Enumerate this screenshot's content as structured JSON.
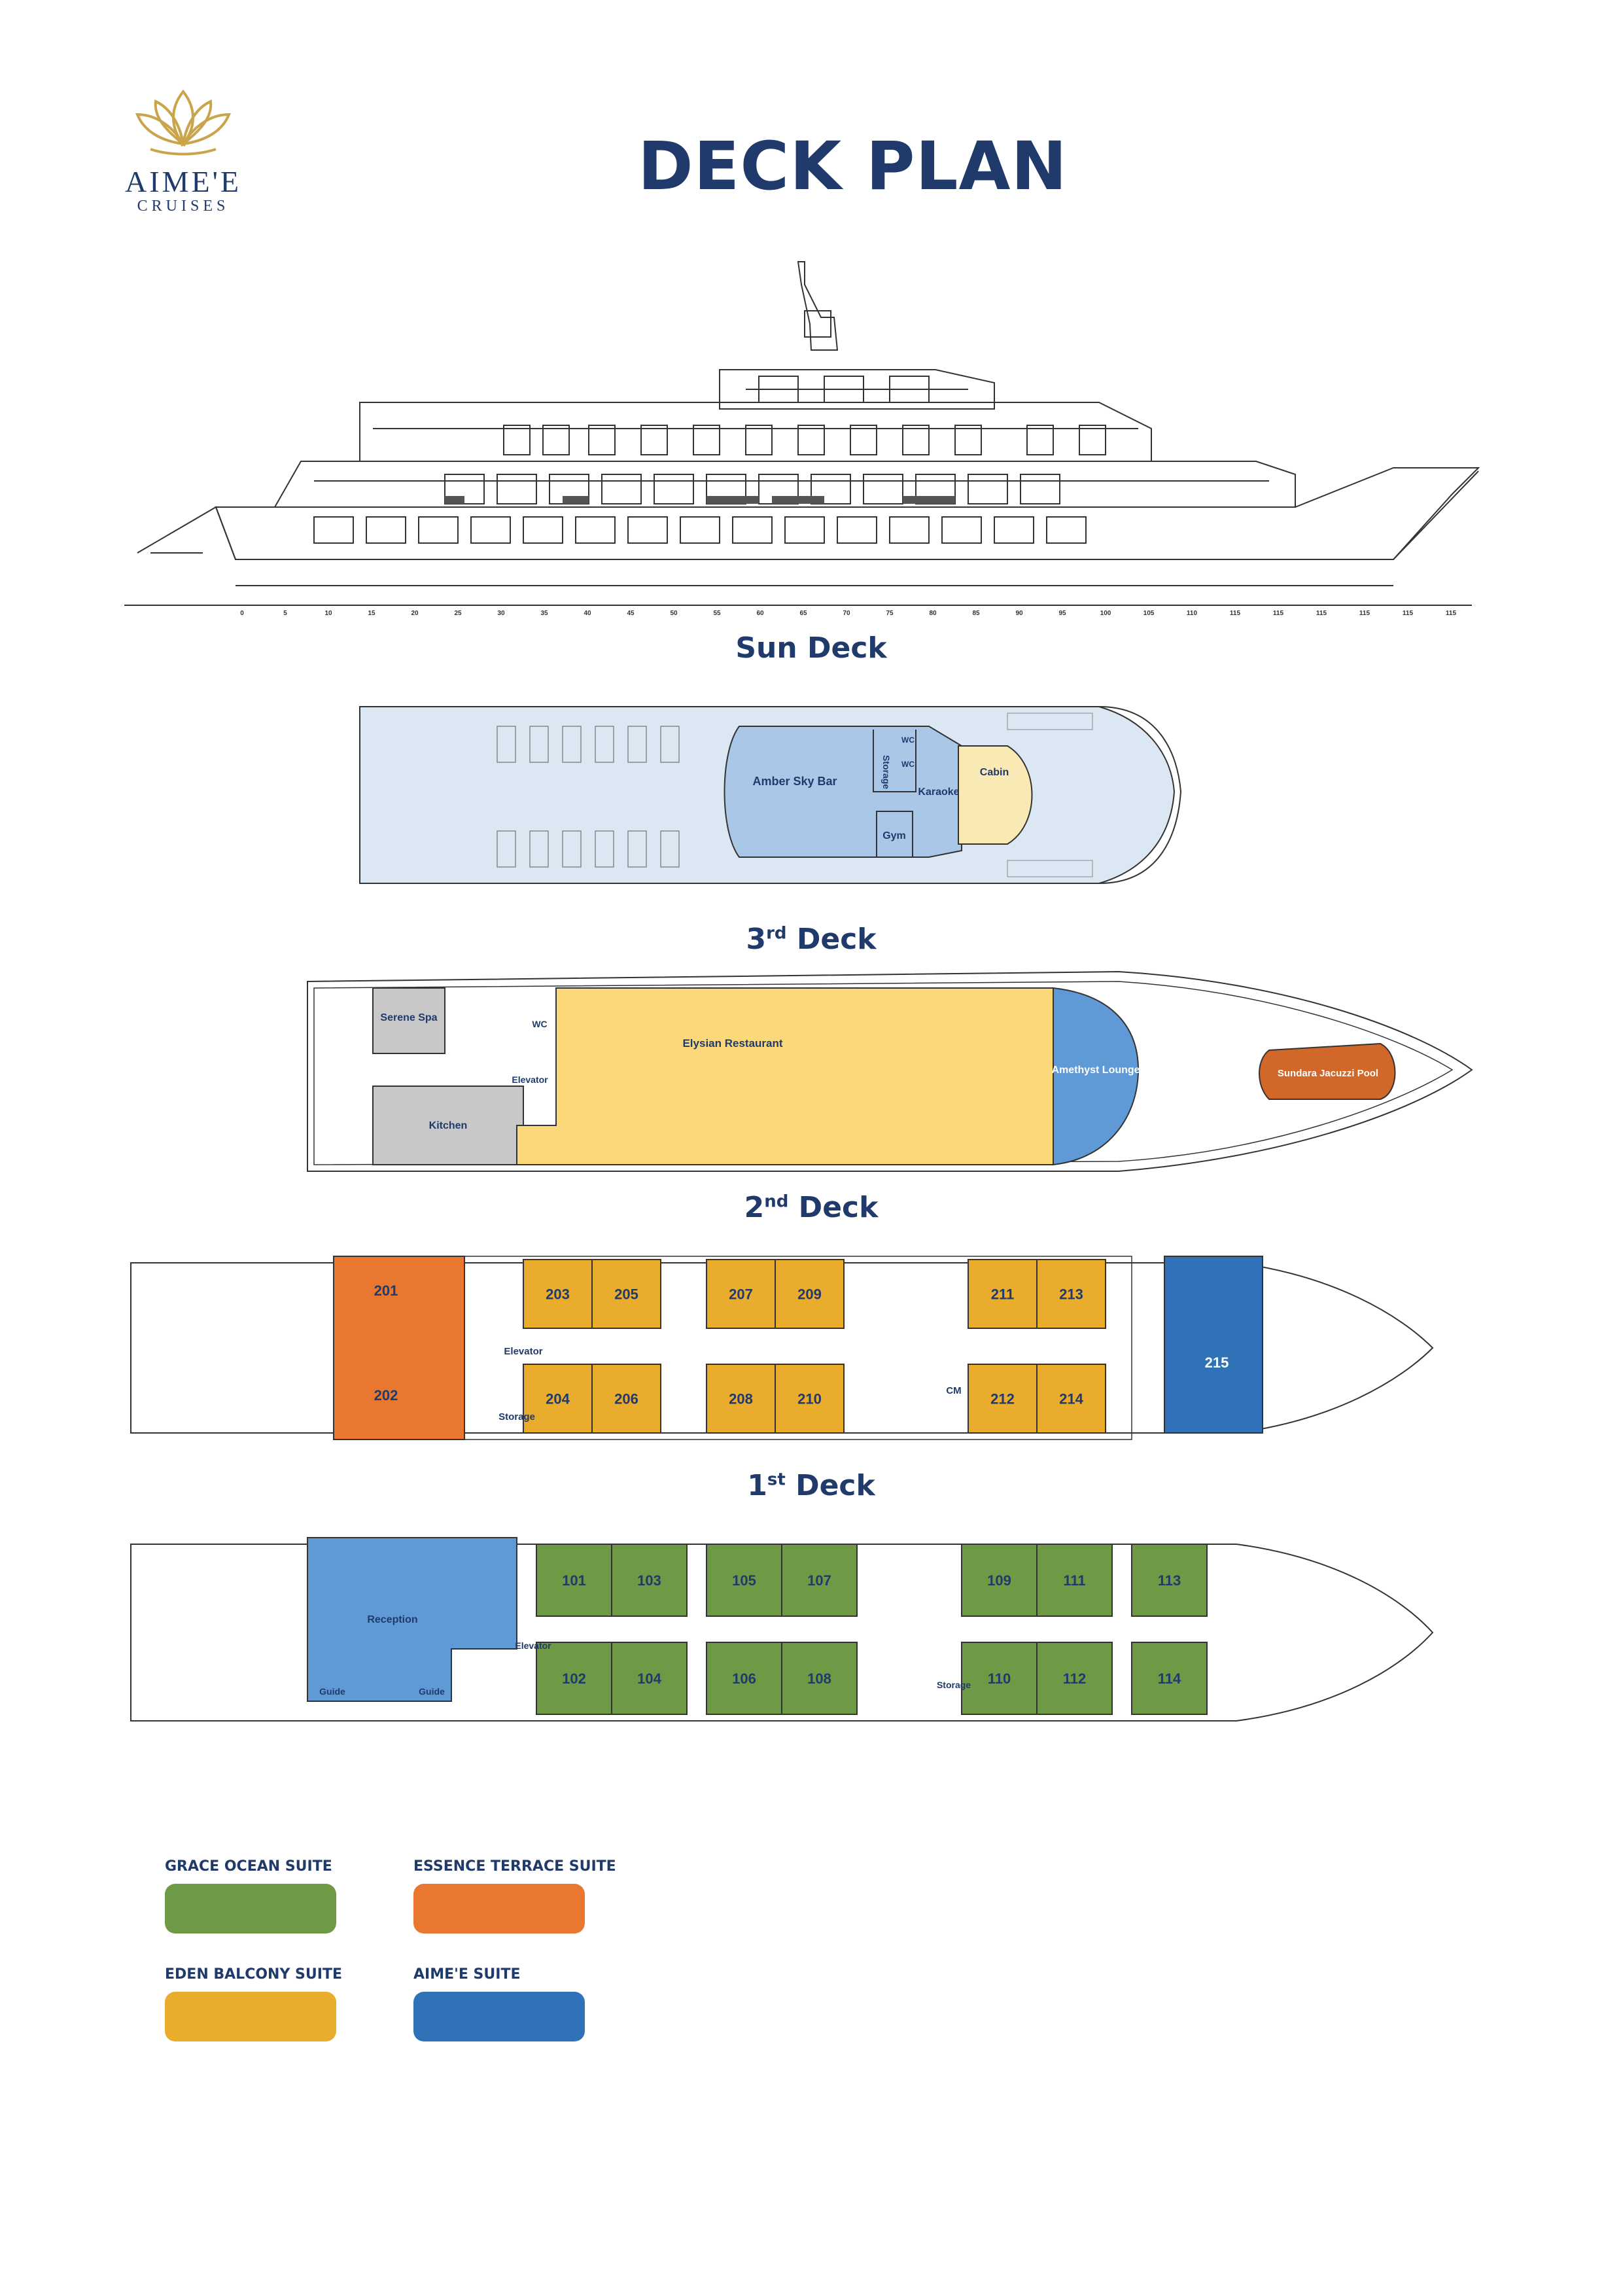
{
  "brand": {
    "name": "AIME'E",
    "sub": "CRUISES",
    "gold": "#c9a44a"
  },
  "title": "DECK PLAN",
  "colors": {
    "navy": "#1f3a6b",
    "grace": "#6e9a45",
    "essence": "#e8782f",
    "eden": "#e9ac2c",
    "aimee": "#2f72b8",
    "yellow_area": "#fbd97a",
    "light_blue": "#a9c8e8",
    "pale_blue": "#dbe8f4",
    "grey": "#c8c8c8",
    "cream": "#f8e9b5"
  },
  "decks": {
    "sun": {
      "title": "Sun Deck",
      "rooms": [
        "Amber Sky Bar",
        "Storage",
        "WC",
        "WC",
        "Karaoke",
        "Cabin",
        "Gym"
      ]
    },
    "third": {
      "title_main": "3",
      "title_sup": "rd",
      "title_rest": " Deck",
      "rooms": [
        "Serene Spa",
        "WC",
        "Elysian Restaurant",
        "Amethyst Lounge",
        "Sundara Jacuzzi Pool",
        "Elevator",
        "Kitchen"
      ]
    },
    "second": {
      "title_main": "2",
      "title_sup": "nd",
      "title_rest": " Deck",
      "cabins_top": [
        "203",
        "205",
        "207",
        "209",
        "211",
        "213"
      ],
      "cabins_bottom": [
        "204",
        "206",
        "208",
        "210",
        "212",
        "214"
      ],
      "orange": [
        "201",
        "202"
      ],
      "blue": "215",
      "labels": [
        "Elevator",
        "Storage",
        "CM"
      ]
    },
    "first": {
      "title_main": "1",
      "title_sup": "st",
      "title_rest": " Deck",
      "cabins_top": [
        "101",
        "103",
        "105",
        "107",
        "109",
        "111",
        "113"
      ],
      "cabins_bottom": [
        "102",
        "104",
        "106",
        "108",
        "110",
        "112",
        "114"
      ],
      "labels": [
        "Reception",
        "Elevator",
        "Guide",
        "Guide",
        "Storage"
      ]
    }
  },
  "legend": [
    {
      "label": "GRACE OCEAN SUITE",
      "color": "#6e9a45"
    },
    {
      "label": "ESSENCE TERRACE SUITE",
      "color": "#e8782f"
    },
    {
      "label": "EDEN BALCONY SUITE",
      "color": "#e9ac2c"
    },
    {
      "label": "AIME'E SUITE",
      "color": "#2f72b8"
    }
  ],
  "ruler": [
    "0",
    "5",
    "10",
    "15",
    "20",
    "25",
    "30",
    "35",
    "40",
    "45",
    "50",
    "55",
    "60",
    "65",
    "70",
    "75",
    "80",
    "85",
    "90",
    "95",
    "100",
    "105",
    "110",
    "115",
    "115",
    "115",
    "115",
    "115",
    "115"
  ]
}
